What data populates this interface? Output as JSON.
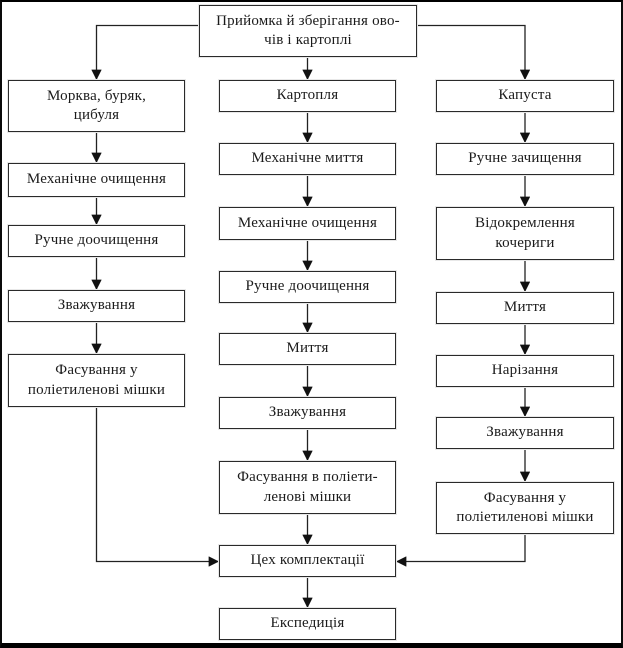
{
  "diagram": {
    "root": {
      "id": "receiving-storage",
      "label": "Прийомка й зберігання ово-\nчів і картоплі"
    },
    "columns": {
      "left": {
        "nodes": [
          {
            "id": "carrots-beets-onions",
            "label": "Морква, буряк,\nцибуля"
          },
          {
            "id": "mechanical-peeling",
            "label": "Механічне очищення"
          },
          {
            "id": "manual-finishing",
            "label": "Ручне доочищення"
          },
          {
            "id": "weighing",
            "label": "Зважування"
          },
          {
            "id": "packing-polyethylene-bags",
            "label": "Фасування у\nполіетиленові мішки"
          }
        ]
      },
      "middle": {
        "nodes": [
          {
            "id": "potatoes",
            "label": "Картопля"
          },
          {
            "id": "mechanical-washing",
            "label": "Механічне миття"
          },
          {
            "id": "mechanical-peeling",
            "label": "Механічне очищення"
          },
          {
            "id": "manual-finishing",
            "label": "Ручне доочищення"
          },
          {
            "id": "washing",
            "label": "Миття"
          },
          {
            "id": "weighing",
            "label": "Зважування"
          },
          {
            "id": "packing-polyethylene-bags",
            "label": "Фасування в поліети-\nленові мішки"
          }
        ]
      },
      "right": {
        "nodes": [
          {
            "id": "cabbage",
            "label": "Капуста"
          },
          {
            "id": "manual-trimming",
            "label": "Ручне зачищення"
          },
          {
            "id": "core-removal",
            "label": "Відокремлення\nкочериги"
          },
          {
            "id": "washing",
            "label": "Миття"
          },
          {
            "id": "cutting",
            "label": "Нарізання"
          },
          {
            "id": "weighing",
            "label": "Зважування"
          },
          {
            "id": "packing-polyethylene-bags",
            "label": "Фасування у\nполіетиленові мішки"
          }
        ]
      }
    },
    "final": {
      "assembly": {
        "id": "assembly-shop",
        "label": "Цех комплектації"
      },
      "dispatch": {
        "id": "dispatch",
        "label": "Експедиція"
      }
    },
    "edges": [
      {
        "from": "receiving-storage",
        "to": "left.carrots-beets-onions"
      },
      {
        "from": "receiving-storage",
        "to": "middle.potatoes"
      },
      {
        "from": "receiving-storage",
        "to": "right.cabbage"
      },
      {
        "from": "left.carrots-beets-onions",
        "to": "left.mechanical-peeling"
      },
      {
        "from": "left.mechanical-peeling",
        "to": "left.manual-finishing"
      },
      {
        "from": "left.manual-finishing",
        "to": "left.weighing"
      },
      {
        "from": "left.weighing",
        "to": "left.packing-polyethylene-bags"
      },
      {
        "from": "left.packing-polyethylene-bags",
        "to": "assembly-shop"
      },
      {
        "from": "middle.potatoes",
        "to": "middle.mechanical-washing"
      },
      {
        "from": "middle.mechanical-washing",
        "to": "middle.mechanical-peeling"
      },
      {
        "from": "middle.mechanical-peeling",
        "to": "middle.manual-finishing"
      },
      {
        "from": "middle.manual-finishing",
        "to": "middle.washing"
      },
      {
        "from": "middle.washing",
        "to": "middle.weighing"
      },
      {
        "from": "middle.weighing",
        "to": "middle.packing-polyethylene-bags"
      },
      {
        "from": "middle.packing-polyethylene-bags",
        "to": "assembly-shop"
      },
      {
        "from": "right.cabbage",
        "to": "right.manual-trimming"
      },
      {
        "from": "right.manual-trimming",
        "to": "right.core-removal"
      },
      {
        "from": "right.core-removal",
        "to": "right.washing"
      },
      {
        "from": "right.washing",
        "to": "right.cutting"
      },
      {
        "from": "right.cutting",
        "to": "right.weighing"
      },
      {
        "from": "right.weighing",
        "to": "right.packing-polyethylene-bags"
      },
      {
        "from": "right.packing-polyethylene-bags",
        "to": "assembly-shop"
      },
      {
        "from": "assembly-shop",
        "to": "dispatch"
      }
    ]
  }
}
